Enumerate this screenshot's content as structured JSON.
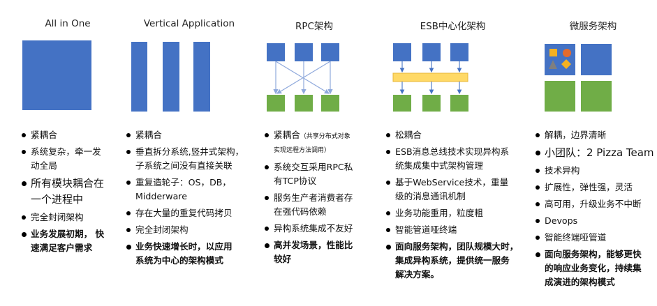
{
  "columns": [
    {
      "title": "All in One",
      "bullets": [
        {
          "lines": [
            "紧耦合"
          ]
        },
        {
          "lines": [
            "系统复杂，牵一发",
            "动全局"
          ]
        },
        {
          "lines": [
            "所有模块耦合在",
            "一个进程中"
          ],
          "style": "big"
        },
        {
          "lines": [
            "完全封闭架构"
          ]
        },
        {
          "lines": [
            "业务发展初期， 快",
            "速满足客户需求"
          ],
          "style": "bold"
        }
      ]
    },
    {
      "title": "Vertical Application",
      "bullets": [
        {
          "lines": [
            "紧耦合"
          ]
        },
        {
          "lines": [
            "垂直拆分系统,竖井式架构，",
            "子系统之间没有直接关联"
          ]
        },
        {
          "lines": [
            "重复造轮子：OS，DB，",
            "Midderware"
          ]
        },
        {
          "lines": [
            "存在大量的重复代码拷贝"
          ]
        },
        {
          "lines": [
            "完全封闭架构"
          ]
        },
        {
          "lines": [
            "业务快速增长时，以应用",
            "系统为中心的架构模式"
          ],
          "style": "bold"
        }
      ]
    },
    {
      "title": "RPC架构",
      "bullets": [
        {
          "lines": [
            "紧耦合"
          ],
          "note_lines": [
            "（共享分布式对象",
            "实现远程方法调用）"
          ]
        },
        {
          "lines": [
            "系统交互采用RPC私",
            "有TCP协议"
          ]
        },
        {
          "lines": [
            "服务生产者消费者存",
            "在强代码依赖"
          ]
        },
        {
          "lines": [
            "异构系统集成不友好"
          ]
        },
        {
          "lines": [
            "高并发场景，性能比",
            "较好"
          ],
          "style": "bold"
        }
      ]
    },
    {
      "title": "ESB中心化架构",
      "bullets": [
        {
          "lines": [
            "松耦合"
          ]
        },
        {
          "lines": [
            "ESB消息总线技术实现异构系",
            "统集成集中式架构管理"
          ]
        },
        {
          "lines": [
            "基于WebService技术，重量",
            "级的消息通讯机制"
          ]
        },
        {
          "lines": [
            "业务功能重用，粒度粗"
          ]
        },
        {
          "lines": [
            "智能管道哑终端"
          ]
        },
        {
          "lines": [
            "面向服务架构，团队规模大时，",
            "集成异构系统，提供统一服务",
            "解决方案。"
          ],
          "style": "bold"
        }
      ]
    },
    {
      "title": "微服务架构",
      "bullets": [
        {
          "lines": [
            "解耦，边界清晰"
          ]
        },
        {
          "lines": [
            "小团队：2 Pizza Team"
          ],
          "style": "big"
        },
        {
          "lines": [
            "技术异构"
          ]
        },
        {
          "lines": [
            "扩展性，弹性强，灵活"
          ]
        },
        {
          "lines": [
            "高可用，升级业务不中断"
          ]
        },
        {
          "lines": [
            "Devops"
          ]
        },
        {
          "lines": [
            "智能终端哑管道"
          ]
        },
        {
          "lines": [
            "面向服务架构，能够更快",
            "的响应业务变化，持续集",
            "成演进的架构模式"
          ],
          "style": "bold"
        }
      ]
    }
  ],
  "colors": {
    "blue": "#4472C4",
    "green": "#70AD47",
    "bus": "#FFD966",
    "shape_yellow": "#F4B122",
    "shape_red": "#E46B2E",
    "shape_gray": "#7F7F7F",
    "arrow": "#8FA9DC"
  }
}
